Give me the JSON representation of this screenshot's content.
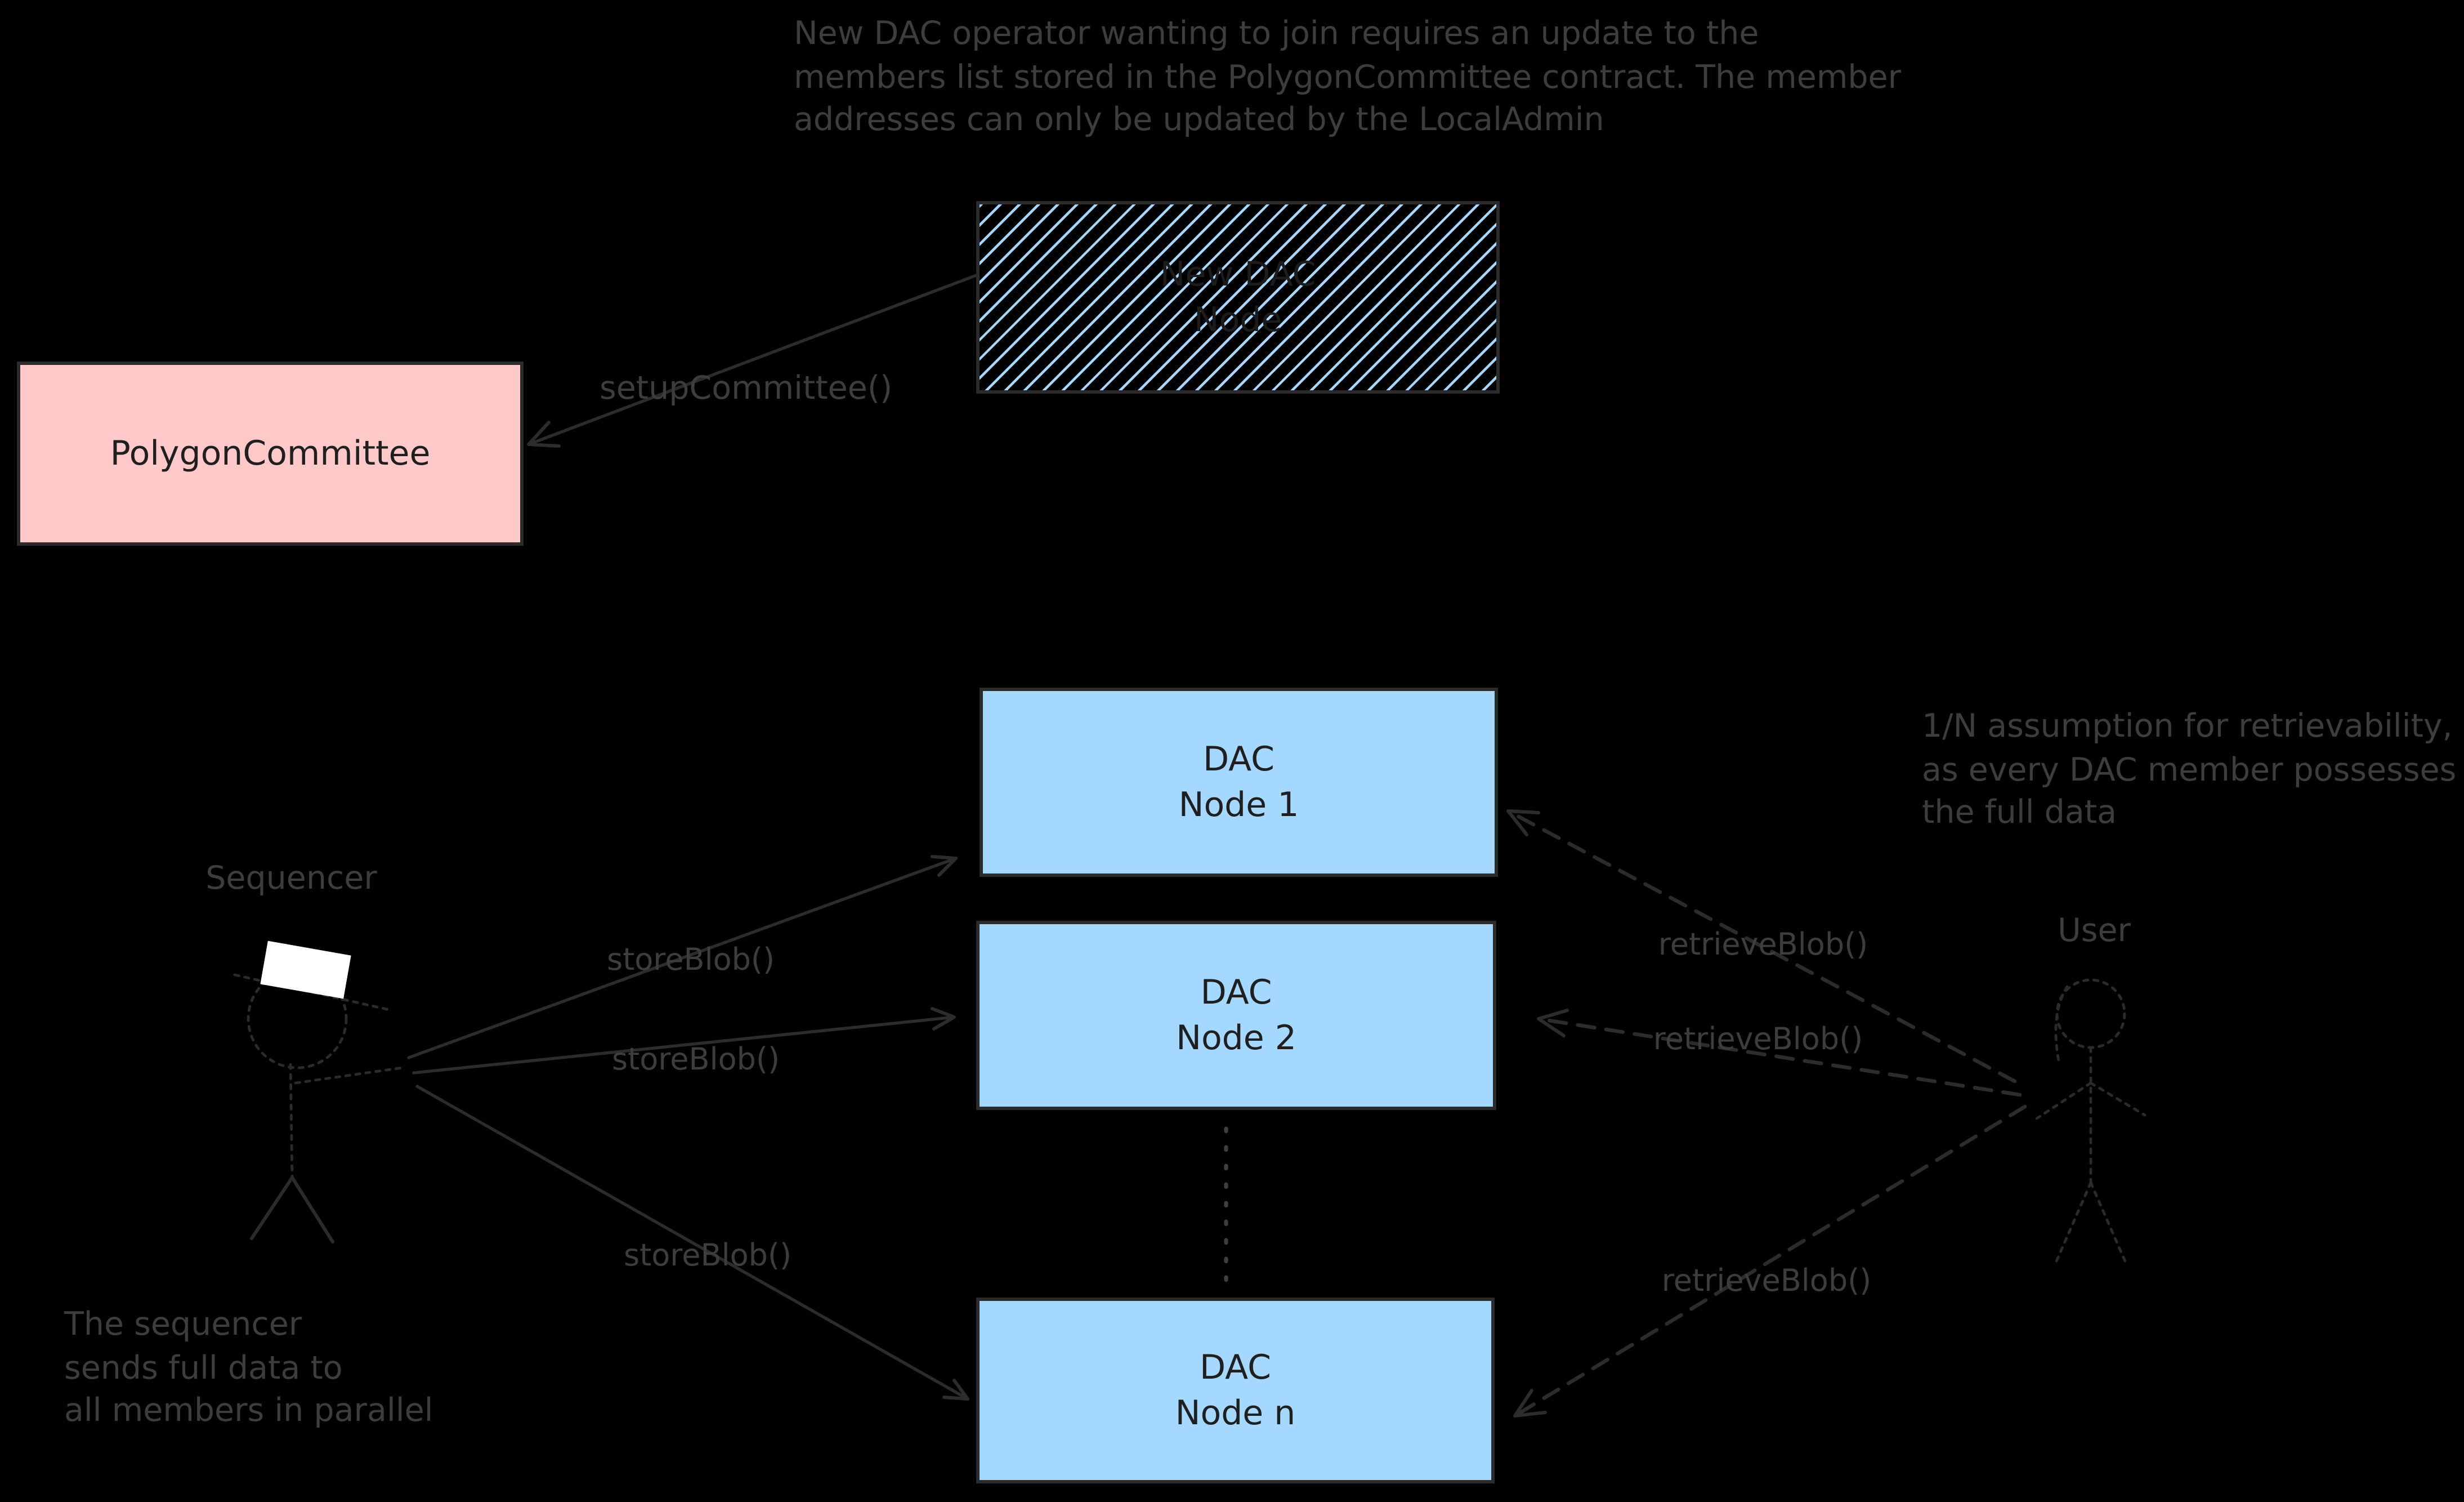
{
  "colors": {
    "bg": "#000000",
    "ink": "#2c2c2c",
    "fig": "#2b2b2b",
    "sep": "#3f3f3f",
    "muted-text": "#3d3d3d",
    "box-text": "#1f1f1f",
    "border": "#2b2b2b",
    "pink": "#ffc9c9",
    "blue": "#a5d8ff",
    "hatch-line": "#a5d8ff",
    "white": "#ffffff"
  },
  "notes": {
    "operator_note": {
      "line1": "New DAC operator wanting to join requires an update to the",
      "line2": "members list stored in the PolygonCommittee contract. The member",
      "line3": "addresses can only be updated by the LocalAdmin"
    },
    "retrievability_note": {
      "line1": "1/N assumption for retrievability,",
      "line2": "as every DAC member possesses",
      "line3": "the full data"
    },
    "sequencer_note": {
      "line1": "The sequencer",
      "line2": "sends full data to",
      "line3": "all members in parallel"
    }
  },
  "actors": {
    "sequencer": {
      "label": "Sequencer"
    },
    "user": {
      "label": "User"
    }
  },
  "boxes": {
    "polygon_committee": {
      "label": "PolygonCommittee"
    },
    "new_dac_node": {
      "line1": "New DAC",
      "line2": "Node"
    },
    "dac_node_1": {
      "line1": "DAC",
      "line2": "Node 1"
    },
    "dac_node_2": {
      "line1": "DAC",
      "line2": "Node 2"
    },
    "dac_node_n": {
      "line1": "DAC",
      "line2": "Node n"
    }
  },
  "edges": {
    "setup_committee": {
      "label": "setupCommittee()"
    },
    "store_blob_1": {
      "label": "storeBlob()"
    },
    "store_blob_2": {
      "label": "storeBlob()"
    },
    "store_blob_3": {
      "label": "storeBlob()"
    },
    "retrieve_blob_1": {
      "label": "retrieveBlob()"
    },
    "retrieve_blob_2": {
      "label": "retrieveBlob()"
    },
    "retrieve_blob_3": {
      "label": "retrieveBlob()"
    }
  }
}
